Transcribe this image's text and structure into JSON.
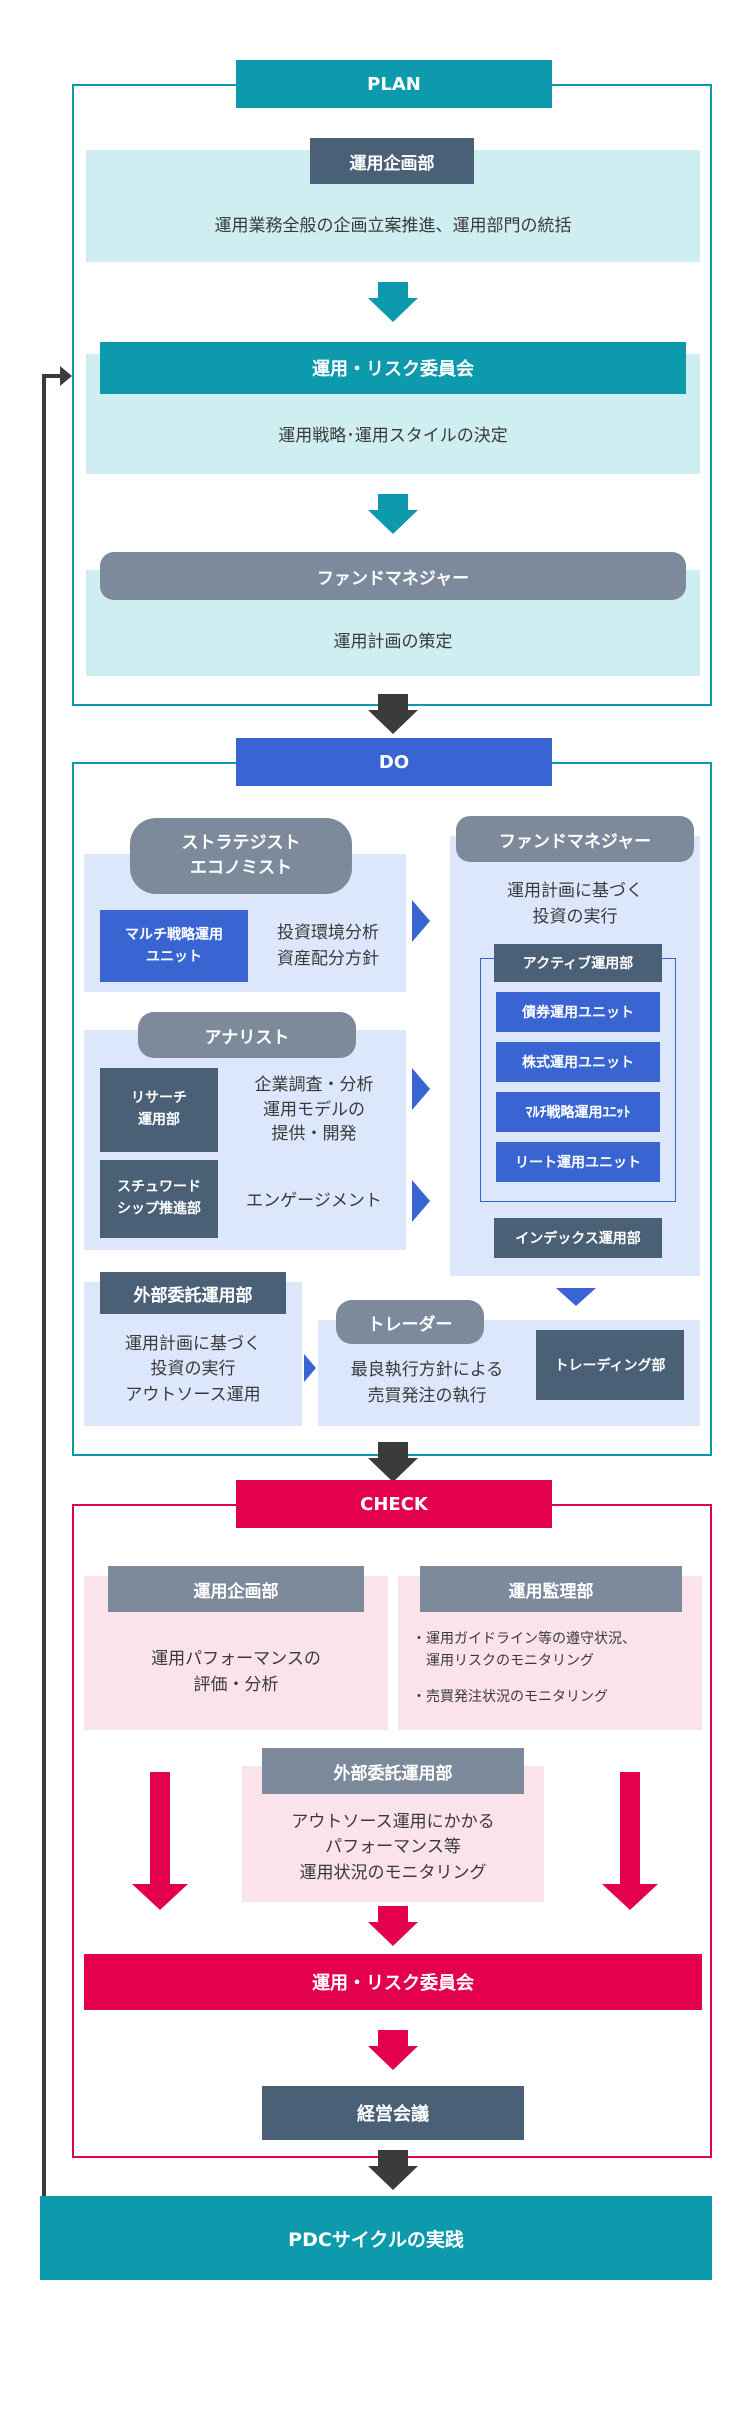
{
  "colors": {
    "teal": "#0d9aac",
    "plan_bg": "#cfeef1",
    "blue": "#3865d1",
    "do_bg": "#dde7fb",
    "crimson": "#e3004f",
    "check_bg": "#fbe3ec",
    "slate": "#4a6077",
    "gray": "#7d8a9b",
    "dark_arrow": "#3b3b3b"
  },
  "plan": {
    "header": "PLAN",
    "unyou_kikaku": {
      "title": "運用企画部",
      "desc": "運用業務全般の企画立案推進、運用部門の統括"
    },
    "committee": {
      "title": "運用・リスク委員会",
      "desc": "運用戦略･運用スタイルの決定"
    },
    "fund_manager": {
      "title": "ファンドマネジャー",
      "desc": "運用計画の策定"
    }
  },
  "do": {
    "header": "DO",
    "strategist": {
      "title": "ストラテジスト\nエコノミスト",
      "unit": "マルチ戦略運用\nユニット",
      "desc": "投資環境分析\n資産配分方針"
    },
    "analyst": {
      "title": "アナリスト",
      "research": "リサーチ\n運用部",
      "research_desc": "企業調査・分析\n運用モデルの\n提供・開発",
      "stewardship": "スチュワード\nシップ推進部",
      "stewardship_desc": "エンゲージメント"
    },
    "fund_manager": {
      "title": "ファンドマネジャー",
      "desc": "運用計画に基づく\n投資の実行",
      "active": "アクティブ運用部",
      "units": [
        "債券運用ユニット",
        "株式運用ユニット",
        "ﾏﾙﾁ戦略運用ﾕﾆｯﾄ",
        "リート運用ユニット"
      ],
      "index": "インデックス運用部"
    },
    "external": {
      "title": "外部委託運用部",
      "desc": "運用計画に基づく\n投資の実行\nアウトソース運用"
    },
    "trader": {
      "title": "トレーダー",
      "desc": "最良執行方針による\n売買発注の執行",
      "dept": "トレーディング部"
    }
  },
  "check": {
    "header": "CHECK",
    "kikaku": {
      "title": "運用企画部",
      "desc": "運用パフォーマンスの\n評価・分析"
    },
    "kanri": {
      "title": "運用監理部",
      "items": [
        "・運用ガイドライン等の遵守状況、\n　運用リスクのモニタリング",
        "・売買発注状況のモニタリング"
      ]
    },
    "external": {
      "title": "外部委託運用部",
      "desc": "アウトソース運用にかかる\nパフォーマンス等\n運用状況のモニタリング"
    },
    "committee": "運用・リスク委員会",
    "management": "経営会議"
  },
  "footer": "PDCサイクルの実践"
}
